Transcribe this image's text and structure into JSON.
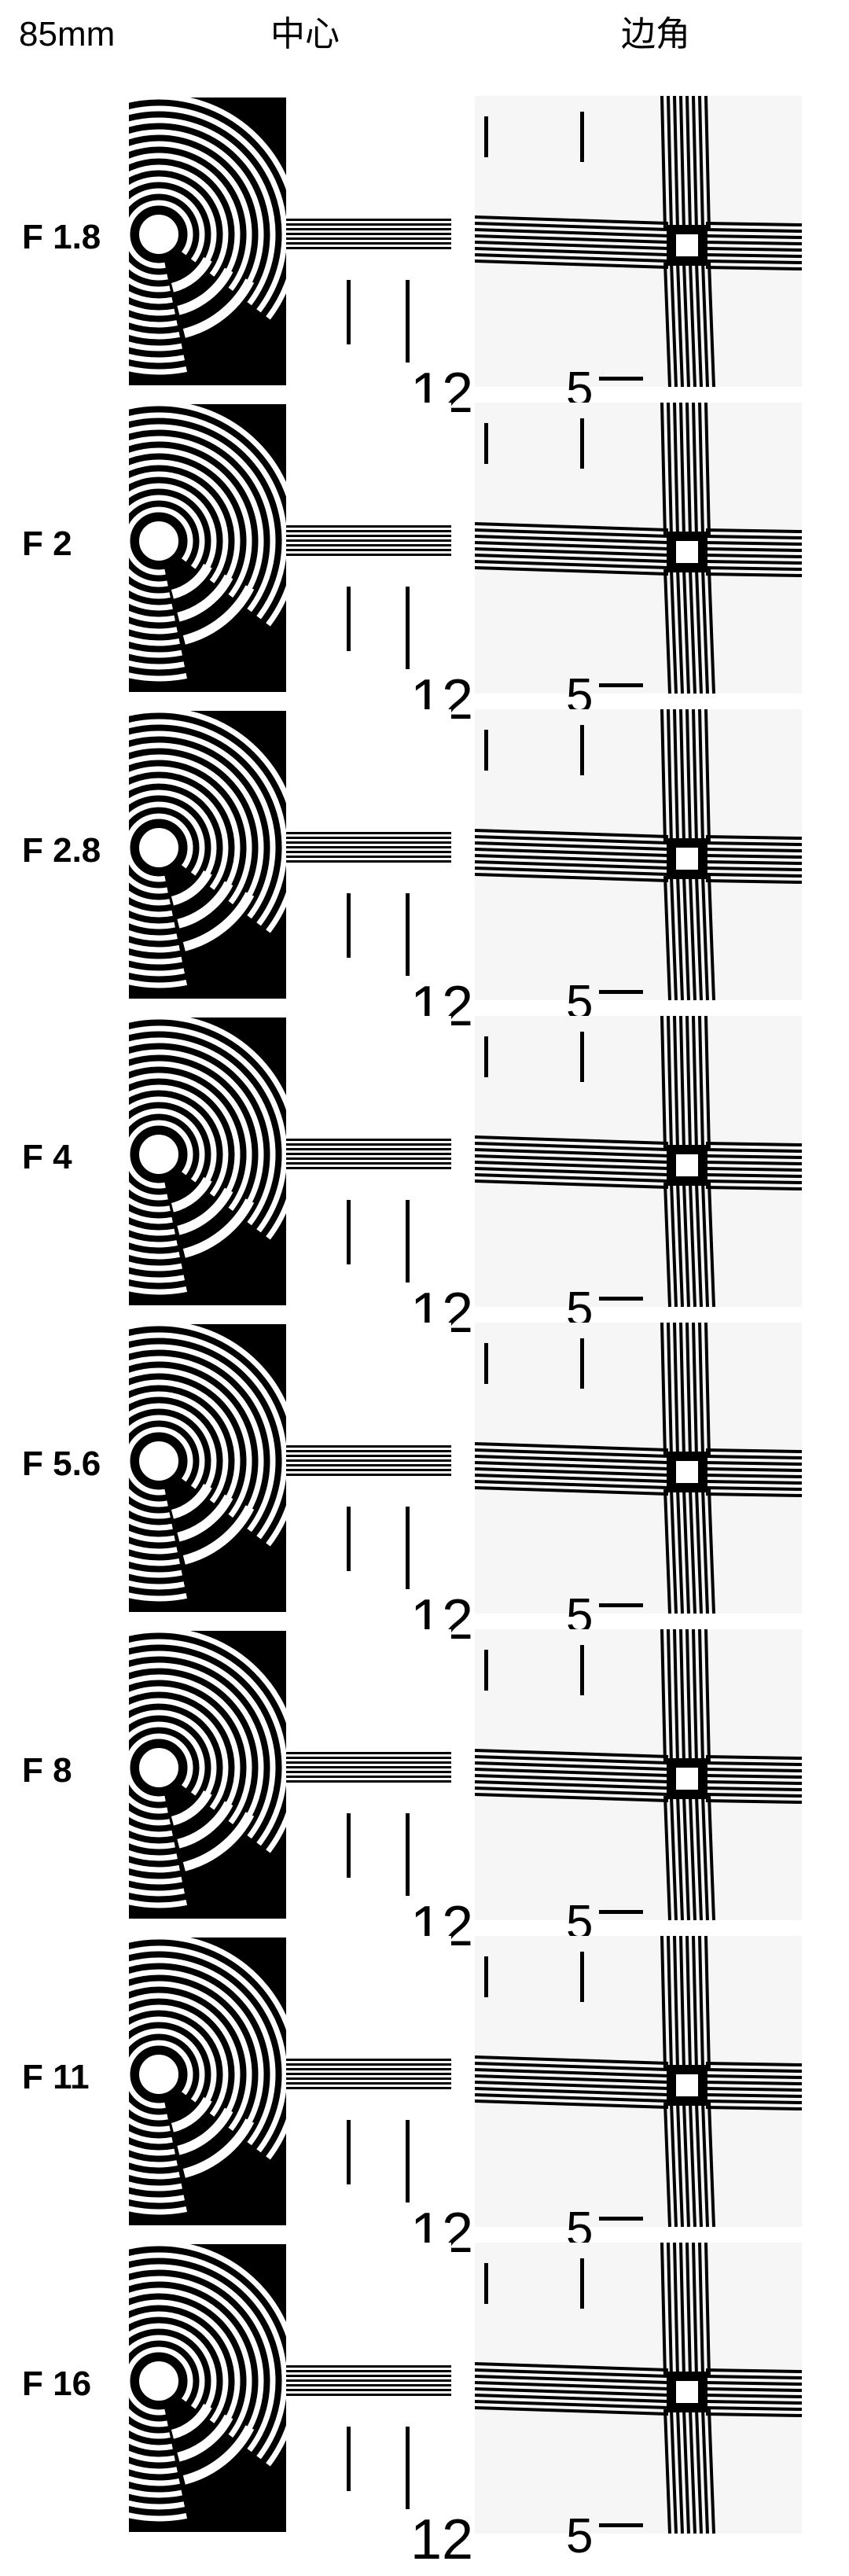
{
  "header": {
    "lens_label": "85mm",
    "center_label": "中心",
    "corner_label": "边角"
  },
  "rows": [
    {
      "aperture": "F 1.8",
      "center_numeral": "12",
      "corner_numeral": "5"
    },
    {
      "aperture": "F 2",
      "center_numeral": "12",
      "corner_numeral": "5"
    },
    {
      "aperture": "F 2.8",
      "center_numeral": "12",
      "corner_numeral": "5"
    },
    {
      "aperture": "F 4",
      "center_numeral": "12",
      "corner_numeral": "5"
    },
    {
      "aperture": "F 5.6",
      "center_numeral": "12",
      "corner_numeral": "5"
    },
    {
      "aperture": "F 8",
      "center_numeral": "12",
      "corner_numeral": "5"
    },
    {
      "aperture": "F 11",
      "center_numeral": "12",
      "corner_numeral": "5"
    },
    {
      "aperture": "F 16",
      "center_numeral": "12",
      "corner_numeral": "5"
    }
  ],
  "colors": {
    "ink": "#000000",
    "paper": "#ffffff",
    "paper_tint": "#f6f6f6"
  },
  "icons": {
    "center_chart": "concentric-arc-resolution-target",
    "corner_chart": "cross-line-pair-resolution-target"
  }
}
